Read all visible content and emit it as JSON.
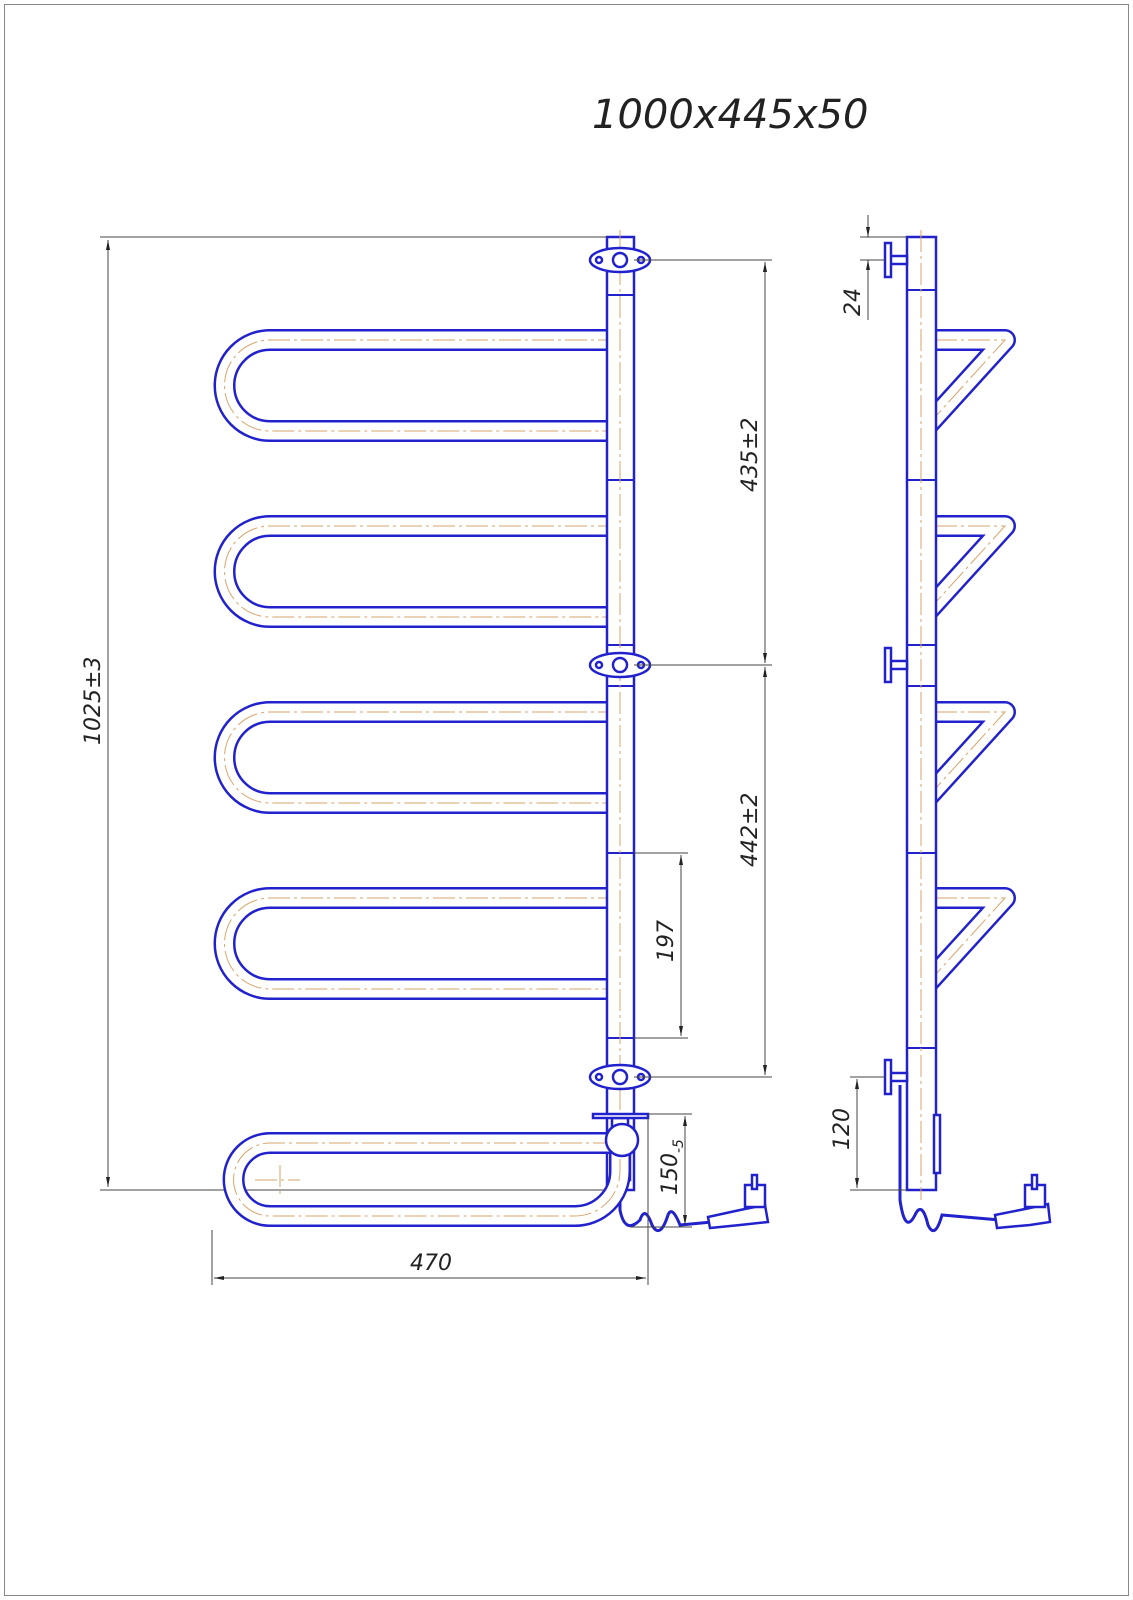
{
  "title": "1000x445x50",
  "dimensions": {
    "height_total": "1025±3",
    "upper_mount": "435±2",
    "lower_mount": "442±2",
    "rail_pitch": "197",
    "top_offset": "24",
    "bottom_offset": "120",
    "depth": "150",
    "depth_tolerance": "-5",
    "width": "470"
  },
  "colors": {
    "line": "#2222cc",
    "centerline": "#d9a46a",
    "dimension": "#444444"
  }
}
